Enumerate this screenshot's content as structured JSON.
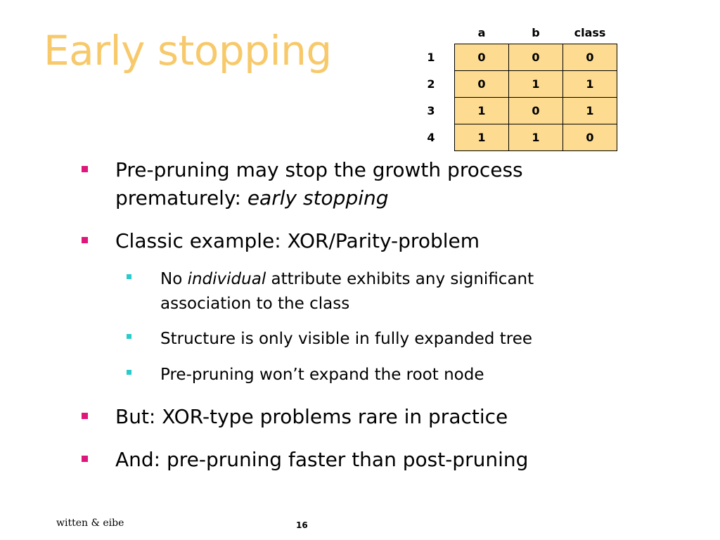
{
  "slide": {
    "title": "Early stopping",
    "table": {
      "headers": [
        "",
        "a",
        "b",
        "class"
      ],
      "rows": [
        {
          "index": "1",
          "a": "0",
          "b": "0",
          "class": "0"
        },
        {
          "index": "2",
          "a": "0",
          "b": "1",
          "class": "1"
        },
        {
          "index": "3",
          "a": "1",
          "b": "0",
          "class": "1"
        },
        {
          "index": "4",
          "a": "1",
          "b": "1",
          "class": "0"
        }
      ]
    },
    "bullets": {
      "b1_line1": "Pre-pruning may stop the growth process",
      "b1_line2_prefix": "prematurely: ",
      "b1_line2_emph": "early stopping",
      "b2": "Classic example: XOR/Parity-problem",
      "b2_1_prefix": "No ",
      "b2_1_emph": "individual",
      "b2_1_suffix": " attribute exhibits any significant",
      "b2_1_line2": "association to the class",
      "b2_2": "Structure is only visible in fully expanded tree",
      "b2_3": "Pre-pruning won’t expand the root node",
      "b3": "But: XOR-type problems rare in practice",
      "b4": "And: pre-pruning faster than post-pruning"
    },
    "footer": {
      "author": "witten & eibe",
      "page_number": "16"
    },
    "colors": {
      "title": "#f7c96b",
      "table_cell": "#fddc91",
      "primary_bullet": "#e0177a",
      "secondary_bullet": "#29cccc"
    }
  }
}
